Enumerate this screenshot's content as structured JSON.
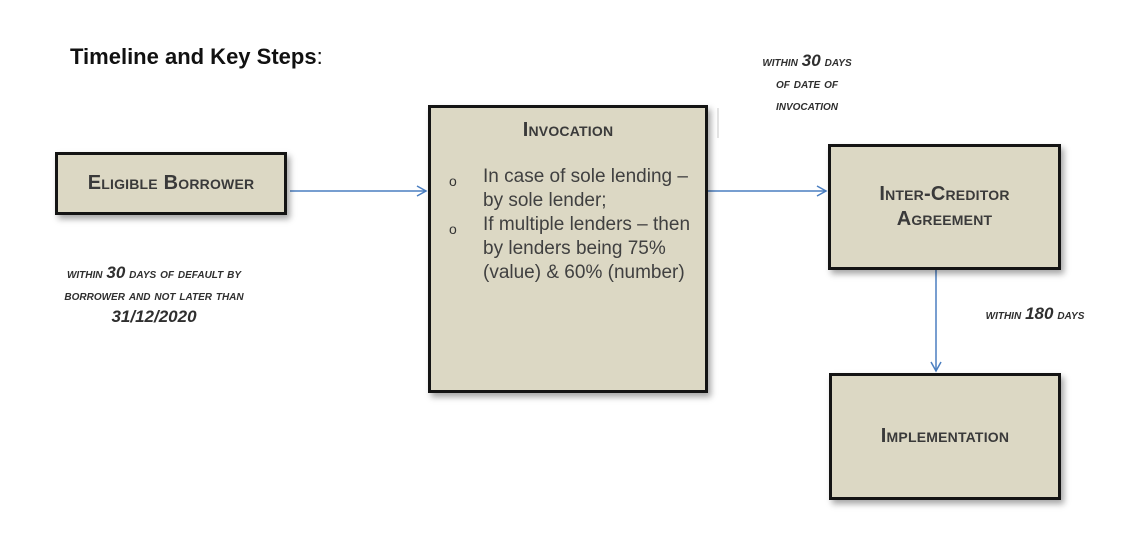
{
  "title": "Timeline and Key Steps",
  "title_colon": ":",
  "boxes": {
    "eligible_borrower": "Eligible Borrower",
    "invocation": {
      "title": "Invocation",
      "bullet_marker": "o",
      "bullets": [
        "In case of sole lending – by sole lender;",
        "If multiple lenders – then by lenders being 75% (value) & 60% (number)"
      ]
    },
    "inter_creditor": [
      "Inter-Creditor",
      "Agreement"
    ],
    "implementation": "Implementation"
  },
  "notes": {
    "default": {
      "line1_pre": "within ",
      "line1_num": "30",
      "line1_post": " days of default by",
      "line2": "borrower and not later than",
      "line3": "31/12/2020"
    },
    "invocation_window": {
      "line1_pre": "within ",
      "line1_num": "30",
      "line1_post": " days",
      "line2": "of date of",
      "line3": "invocation"
    },
    "implementation_window": {
      "pre": "within ",
      "num": "180",
      "post": " days"
    }
  },
  "colors": {
    "box_fill": "#dcd8c4",
    "box_border": "#141414",
    "arrow": "#4a7ec0"
  }
}
